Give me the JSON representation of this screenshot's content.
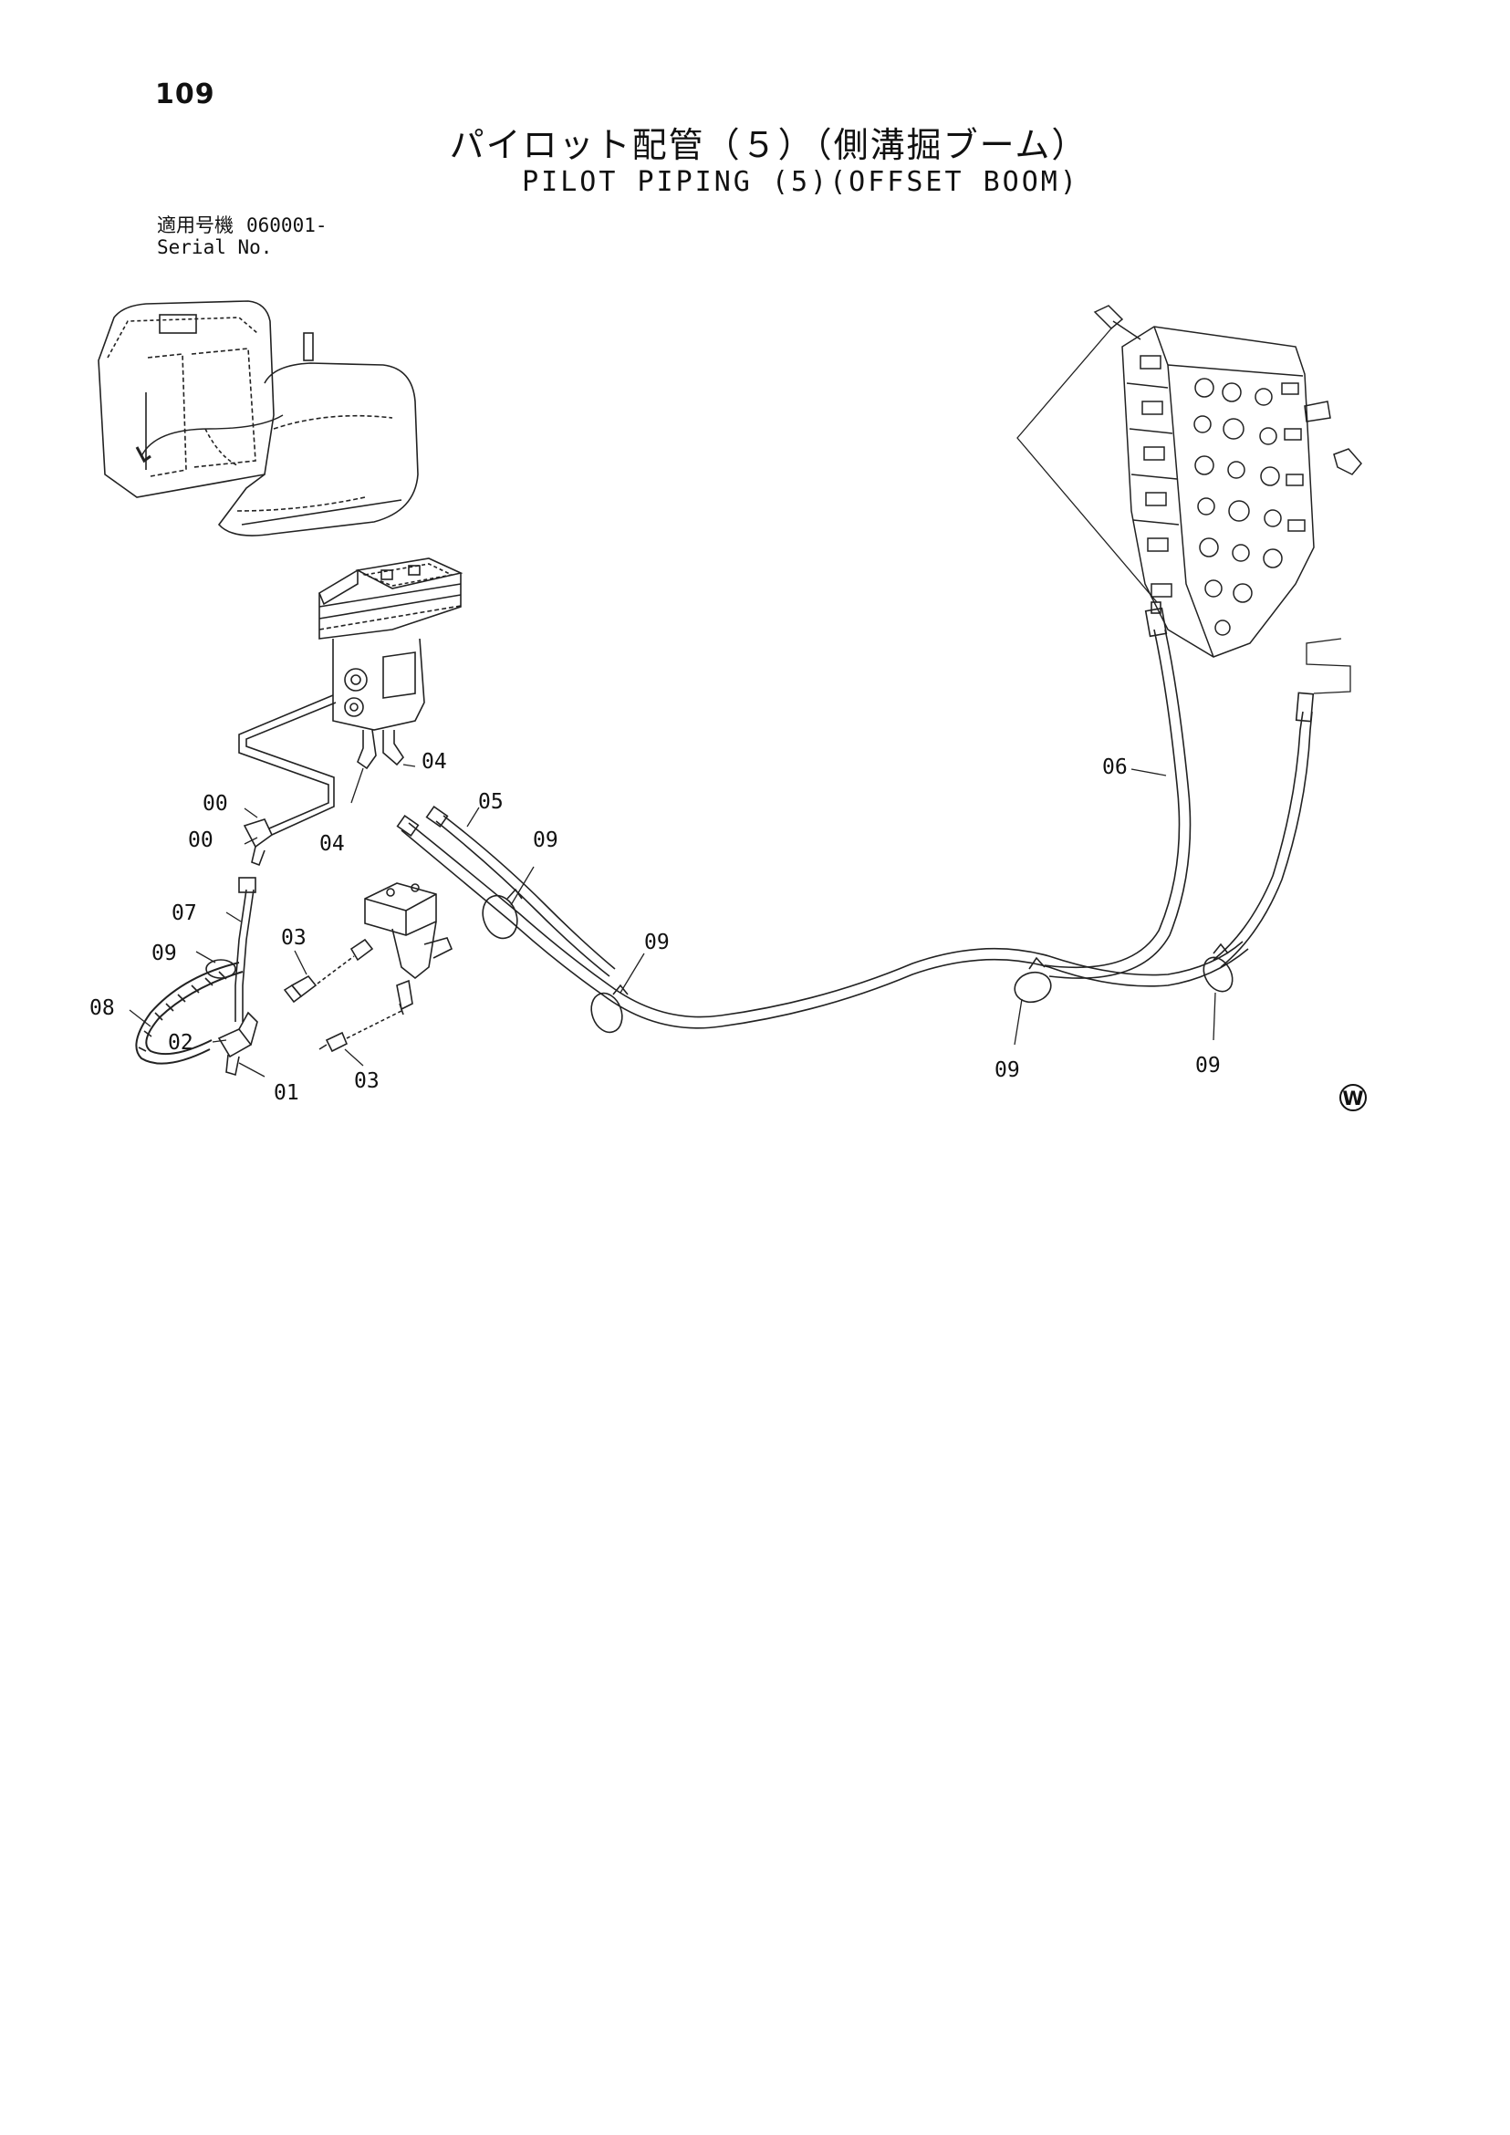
{
  "page": {
    "number": "109",
    "title_jp": "パイロット配管（５）（側溝掘ブーム）",
    "title_en": "PILOT PIPING (5)(OFFSET BOOM)"
  },
  "serial": {
    "label_jp": "適用号機",
    "label_en": "Serial No.",
    "value": "060001-"
  },
  "callouts": {
    "c00a": "00",
    "c00b": "00",
    "c01": "01",
    "c02": "02",
    "c03a": "03",
    "c03b": "03",
    "c04a": "04",
    "c04b": "04",
    "c05": "05",
    "c06": "06",
    "c07": "07",
    "c08": "08",
    "c09a": "09",
    "c09b": "09",
    "c09c": "09",
    "c09d": "09",
    "c09e": "09"
  },
  "mark": "W"
}
